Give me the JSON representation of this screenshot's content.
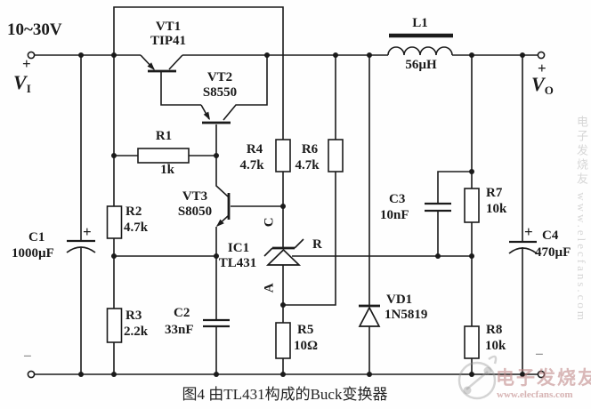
{
  "schematic": {
    "caption": "图4  由TL431构成的Buck变换器",
    "input": {
      "range": "10~30V",
      "plus": "+",
      "minus": "−",
      "v": "V",
      "v_sub": "I"
    },
    "output": {
      "plus": "+",
      "minus": "−",
      "v": "V",
      "v_sub": "O"
    },
    "components": {
      "vt1": {
        "ref": "VT1",
        "part": "TIP41"
      },
      "vt2": {
        "ref": "VT2",
        "part": "S8550"
      },
      "vt3": {
        "ref": "VT3",
        "part": "S8050"
      },
      "ic1": {
        "ref": "IC1",
        "part": "TL431",
        "pin_c": "C",
        "pin_a": "A",
        "pin_r": "R"
      },
      "vd1": {
        "ref": "VD1",
        "part": "1N5819"
      },
      "l1": {
        "ref": "L1",
        "value": "56µH"
      },
      "c1": {
        "ref": "C1",
        "value": "1000µF",
        "plus": "+"
      },
      "c2": {
        "ref": "C2",
        "value": "33nF"
      },
      "c3": {
        "ref": "C3",
        "value": "10nF"
      },
      "c4": {
        "ref": "C4",
        "value": "470µF",
        "plus": "+"
      },
      "r1": {
        "ref": "R1",
        "value": "1k"
      },
      "r2": {
        "ref": "R2",
        "value": "4.7k"
      },
      "r3": {
        "ref": "R3",
        "value": "2.2k"
      },
      "r4": {
        "ref": "R4",
        "value": "4.7k"
      },
      "r5": {
        "ref": "R5",
        "value": "10Ω"
      },
      "r6": {
        "ref": "R6",
        "value": "4.7k"
      },
      "r7": {
        "ref": "R7",
        "value": "10k"
      },
      "r8": {
        "ref": "R8",
        "value": "10k"
      }
    },
    "watermark": {
      "brand": "电子发烧友",
      "url": "www.elecfans.com",
      "vertical": "电子发烧友 www.elecfans.com"
    }
  }
}
